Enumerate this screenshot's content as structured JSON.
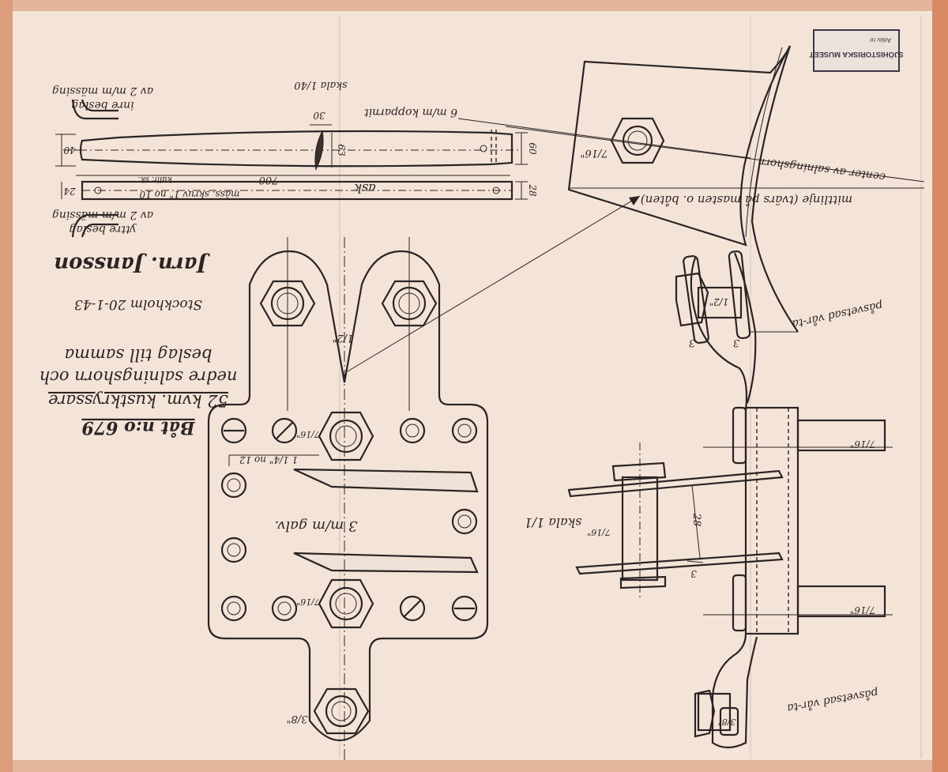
{
  "palette": {
    "paper": "#f3e6dc",
    "paper_edge": "#d88a64",
    "ink": "#2a2424",
    "stamp_ink": "#3a3848"
  },
  "title_block": {
    "line1": "Båt n:o 679",
    "line2": "52 kvm. kustkryssare",
    "line3": "nedre salningshorn och",
    "line4": "beslag till samma",
    "date": "Stockholm 20-1-43",
    "signature": "Jarn. Jansson"
  },
  "stamp": {
    "line1": "SJÖHISTORISKA MUSEET",
    "line2": "Arkiv nr"
  },
  "top_detail": {
    "inner_fitting": "inre beslag",
    "inner_material": "av 2 m/m mässing",
    "outer_fitting": "yttre beslag",
    "outer_material": "av 2 m/m mässing",
    "scale": "skala 1/40",
    "copper_rivet": "6 m/m kopparnit",
    "wood": "ask",
    "screw": "måss. skruv 1\" no 10",
    "countersunk": "kullr. sk.",
    "dim_30": "30",
    "dim_63": "63",
    "dim_40": "40",
    "dim_700": "700",
    "dim_60": "60",
    "dim_24": "24",
    "dim_28": "28"
  },
  "mast_detail": {
    "center_line": "center av salningshorn",
    "mid_line": "mittlinje (tvärs på masten o. båten)",
    "bolt": "7/16\""
  },
  "plate_detail": {
    "material": "3 m/m galv.",
    "screw_spec": "1 1/4\" no 12",
    "half_inch": "1/2\"",
    "bolt_upper": "7/16\"",
    "bolt_lower": "7/16\"",
    "bolt_bottom": "3/8\""
  },
  "side_detail": {
    "scale": "skala 1/1",
    "welded_upper": "påsvetsad vår-ta",
    "welded_lower": "påsvetsad vår-ta",
    "half_inch": "1/2\"",
    "dim_3a": "3",
    "dim_3b": "3",
    "dim_28": "28",
    "dim_3c": "3",
    "bolt_right_upper": "7/16\"",
    "bolt_right_lower": "7/16\"",
    "bolt_mid": "7/16\"",
    "bolt_bottom": "3/8\""
  }
}
